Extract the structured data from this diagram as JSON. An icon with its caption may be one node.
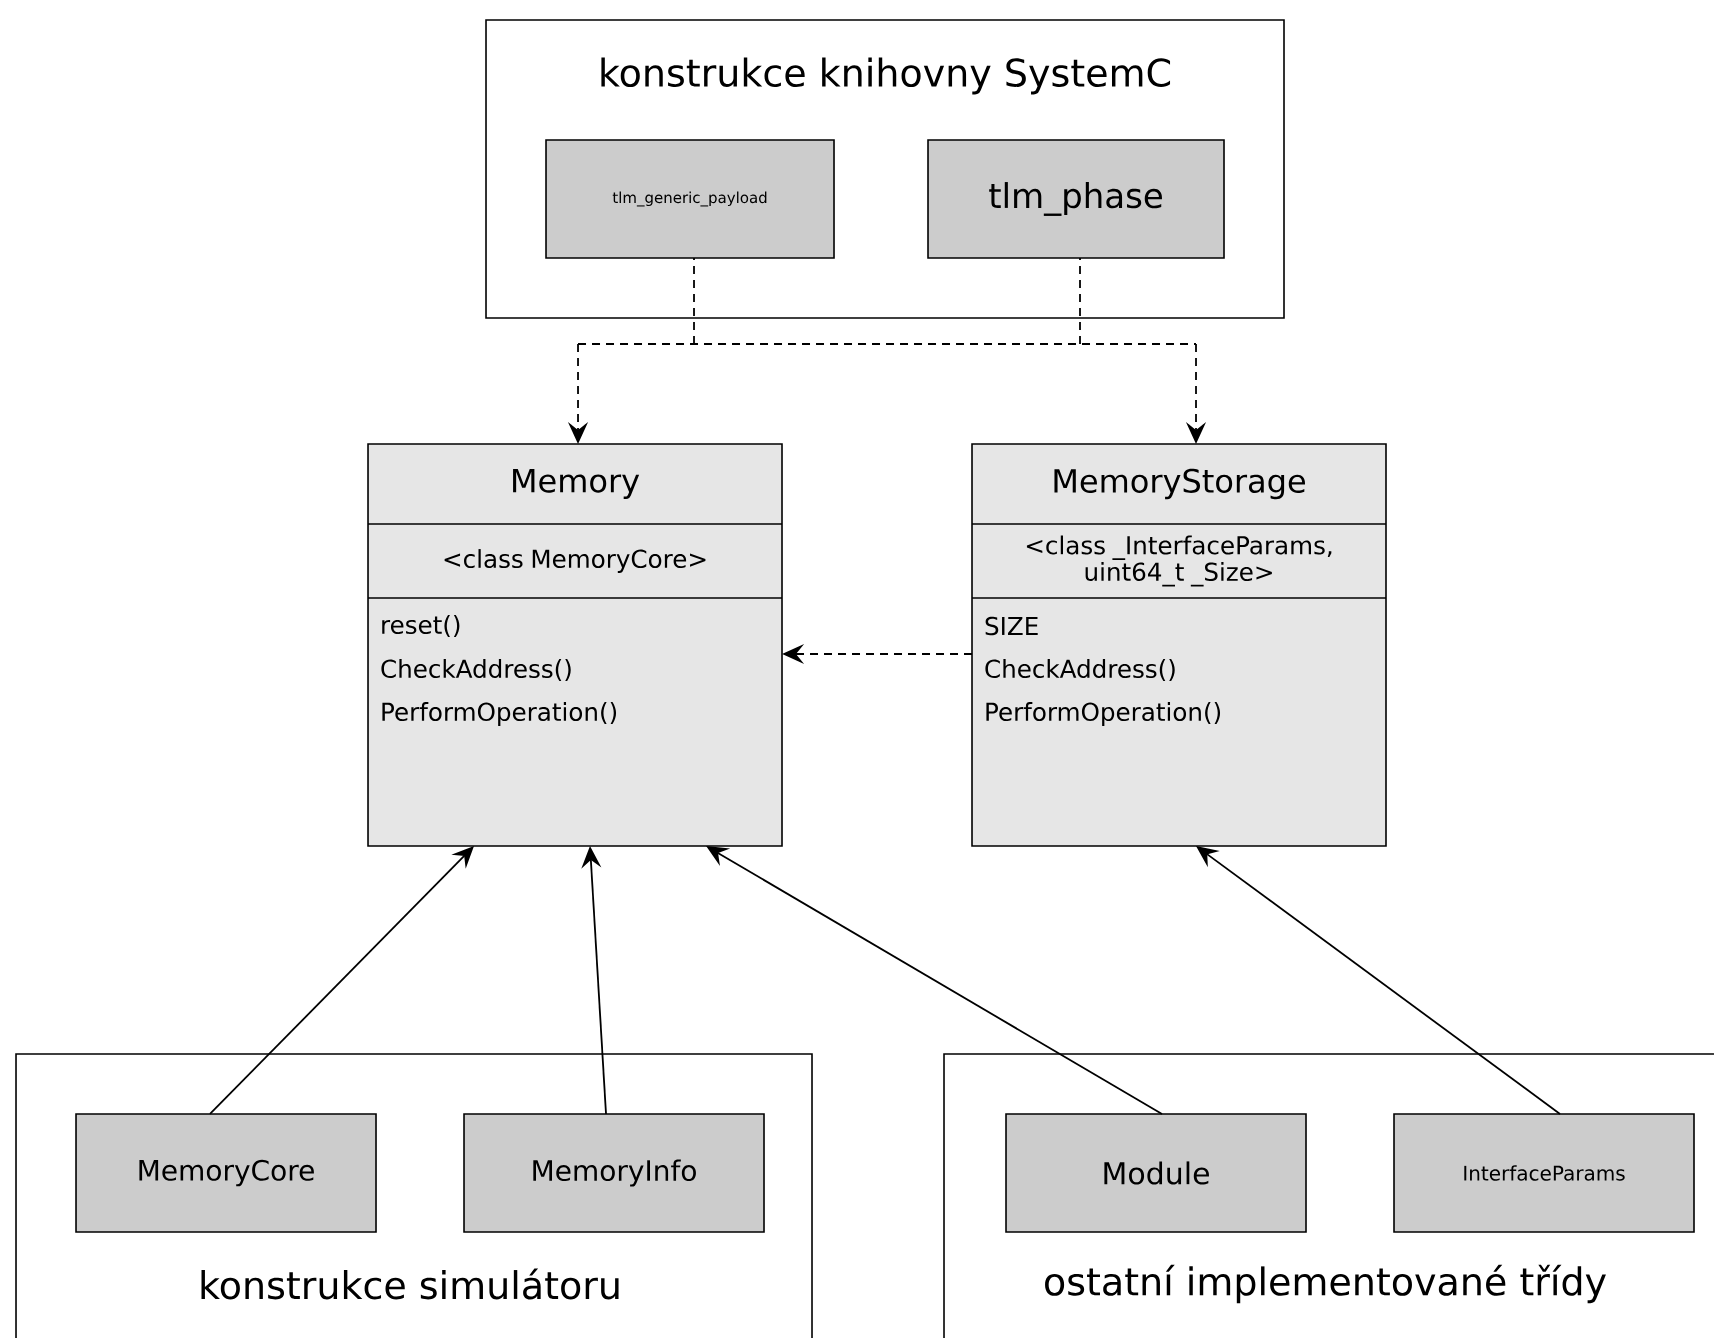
{
  "diagram": {
    "nodes": [
      {
        "text": [
          "konstrukce knihovny SystemC"
        ]
      },
      {
        "text": [
          "tlm_generic_payload"
        ],
        "in": 0
      },
      {
        "text": [
          "tlm_phase"
        ],
        "in": 0
      },
      {
        "text": [
          "Memory",
          "<class MemoryCore>",
          "reset()",
          "CheckAddress()",
          "PerformOperation()"
        ]
      },
      {
        "text": [
          "MemoryStorage",
          "<class _InterfaceParams, uint64_t _Size>",
          "SIZE",
          "CheckAddress()",
          "PerformOperation()"
        ]
      },
      {
        "text": [
          "konstrukce simulátoru"
        ]
      },
      {
        "text": [
          "MemoryCore"
        ],
        "in": 5
      },
      {
        "text": [
          "MemoryInfo"
        ],
        "in": 5
      },
      {
        "text": [
          "ostatní implementované třídy"
        ]
      },
      {
        "text": [
          "Module"
        ],
        "in": 8
      },
      {
        "text": [
          "InterfaceParams"
        ],
        "in": 8
      }
    ],
    "edges": [
      {
        "from": 1,
        "to": 3,
        "arrow": "to",
        "style": "dashed"
      },
      {
        "from": 1,
        "to": 4,
        "arrow": "to",
        "style": "dashed"
      },
      {
        "from": 2,
        "to": 3,
        "arrow": "to",
        "style": "dashed"
      },
      {
        "from": 2,
        "to": 4,
        "arrow": "to",
        "style": "dashed"
      },
      {
        "from": 4,
        "to": 3,
        "arrow": "to",
        "style": "dashed"
      },
      {
        "from": 6,
        "to": 3,
        "arrow": "to"
      },
      {
        "from": 7,
        "to": 3,
        "arrow": "to"
      },
      {
        "from": 9,
        "to": 3,
        "arrow": "to"
      },
      {
        "from": 10,
        "to": 4,
        "arrow": "to"
      }
    ]
  }
}
